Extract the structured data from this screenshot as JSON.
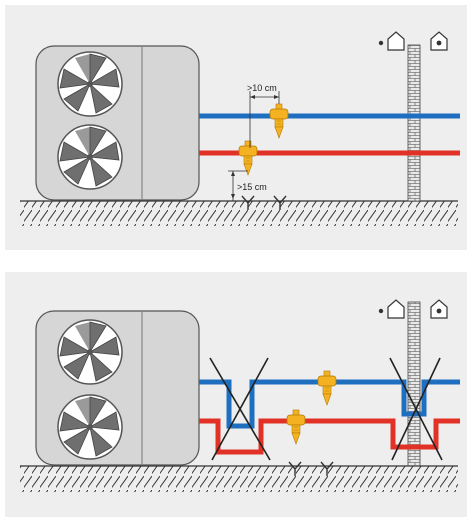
{
  "panels": [
    {
      "id": "correct-installation",
      "labels": {
        "spacing_label": ">10 cm",
        "height_label": ">15 cm"
      }
    },
    {
      "id": "incorrect-installation",
      "labels": {}
    }
  ],
  "colors": {
    "background_panel": "#eeeeee",
    "unit_fill": "#d6d6d6",
    "unit_stroke": "#555555",
    "fan_dark": "#6f6f6f",
    "fan_light": "#ffffff",
    "pipe_supply": "#1f6fc0",
    "pipe_return": "#e23127",
    "valve": "#f4b223",
    "cross": "#222222",
    "ground": "#333333"
  },
  "icons": [
    "house-icon",
    "house-heated-icon",
    "valve-icon",
    "drain-icon",
    "wall-icon",
    "fan-icon"
  ]
}
